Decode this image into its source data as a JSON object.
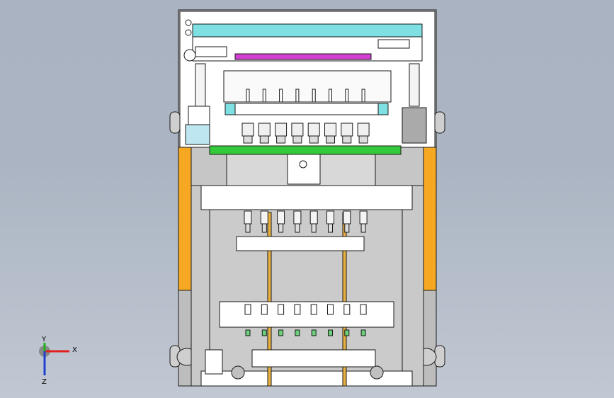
{
  "viewport": {
    "background_top": "#a9b3c1",
    "background_bottom": "#c1c8d3"
  },
  "colors": {
    "frame_gray": "#bfbfbf",
    "plate_white": "#ffffff",
    "rail_cyan": "#7fe0e3",
    "scale_magenta": "#d23fd2",
    "plate_green": "#34c93a",
    "side_orange": "#f6a823",
    "rod_gold": "#e8b040",
    "line_dark": "#1a1a1a"
  },
  "triad": {
    "x_label": "X",
    "y_label": "Y",
    "z_label": "Z",
    "x_color": "#e02020",
    "y_color": "#20b020",
    "z_color": "#2040d0"
  },
  "parts": {
    "upper_nozzle_count": 8,
    "middle_nozzle_count": 8,
    "lower_nozzle_count": 8
  }
}
